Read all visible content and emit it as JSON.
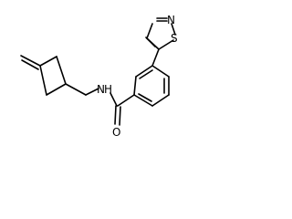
{
  "molecule": {
    "atoms": {
      "nitrogen_amide": "N",
      "hydrogen_amide": "H",
      "oxygen_carbonyl": "O",
      "sulfur_ring": "S",
      "nitrogen_ring": "N"
    }
  }
}
